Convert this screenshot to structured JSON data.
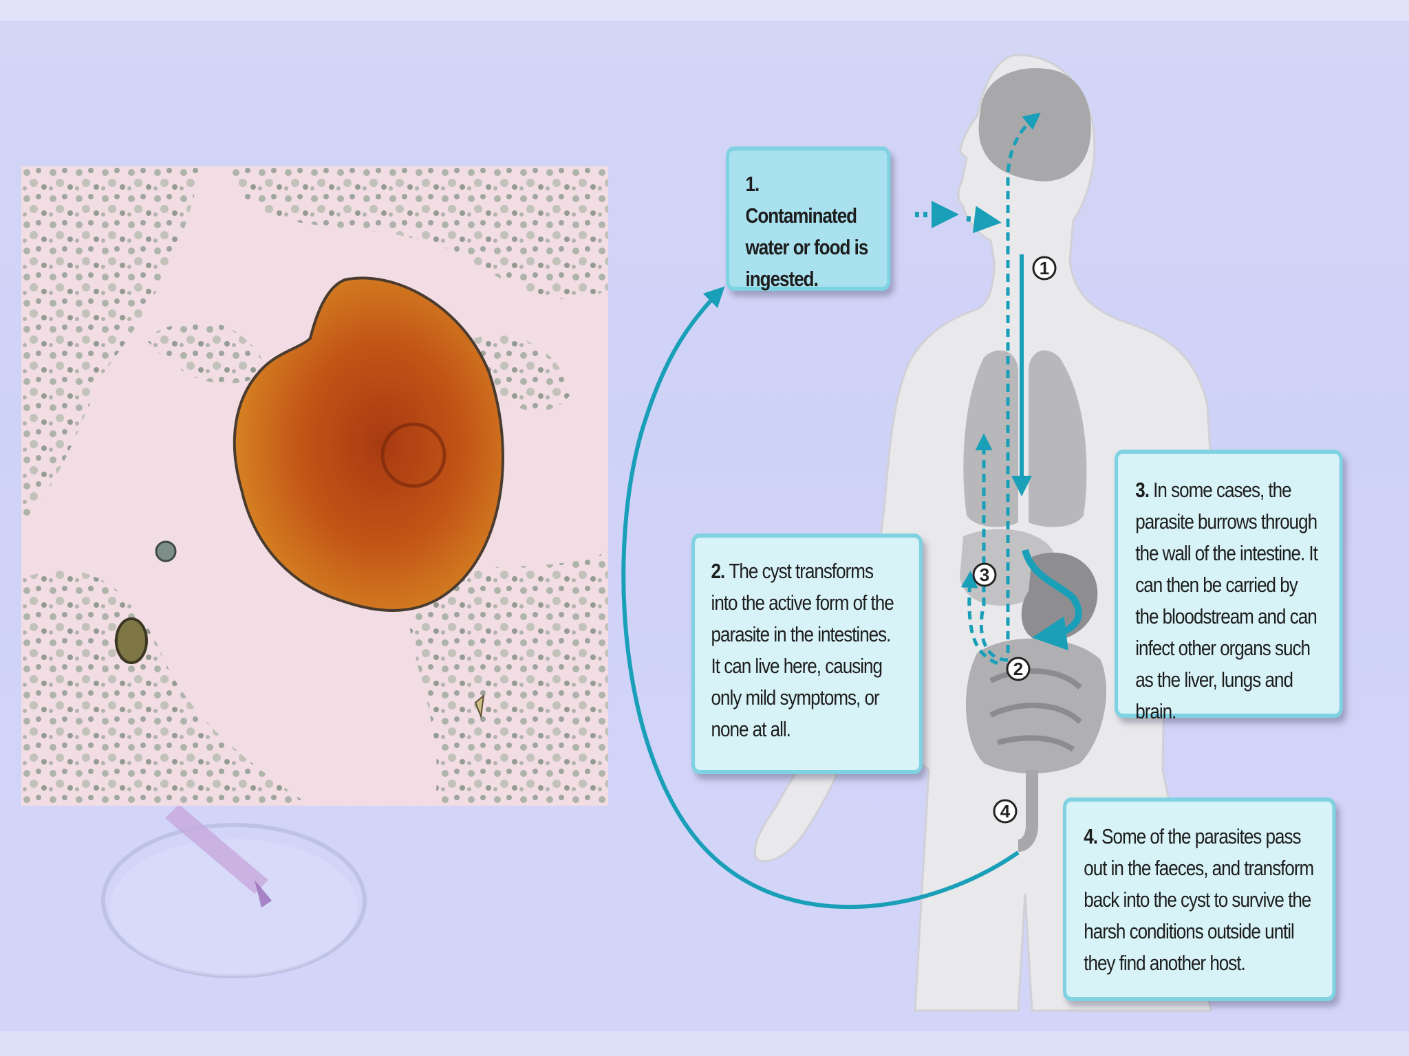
{
  "diagram": {
    "steps": [
      {
        "number": "1.",
        "text": "Contaminated water or food is ingested."
      },
      {
        "number": "2.",
        "text": "The cyst transforms into the active form of the parasite in the intestines. It can live here, causing only mild symptoms, or none at all."
      },
      {
        "number": "3.",
        "text": "In some cases, the parasite burrows through the wall of the intestine. It can then be carried by the bloodstream and can infect other organs such as the liver, lungs and brain."
      },
      {
        "number": "4.",
        "text": "Some of the parasites pass out in the faeces, and transform back into the cyst to survive the harsh conditions outside until they find another host."
      }
    ],
    "markers": [
      "1",
      "2",
      "3",
      "4"
    ]
  },
  "colors": {
    "arrow": "#1a9fb8",
    "callout_fill": "#d8f3f8",
    "callout_border": "#7fd2e2",
    "body_silhouette": "#e9e9ec",
    "organ_gray": "#a8a8aa"
  }
}
